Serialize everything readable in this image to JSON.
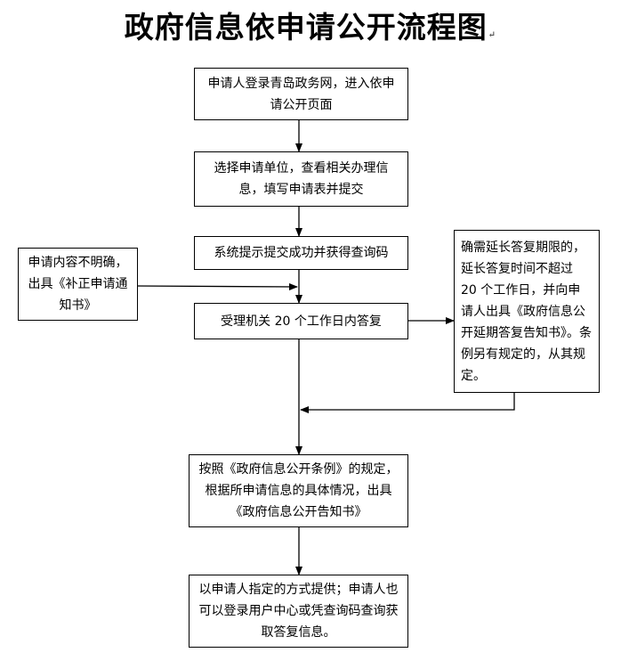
{
  "title": "政府信息依申请公开流程图",
  "paragraph_mark": "↵",
  "steps": [
    {
      "id": "login",
      "text": "申请人登录青岛政务网，进入依申请公开页面"
    },
    {
      "id": "select",
      "text": "选择申请单位，查看相关办理信息，填写申请表并提交"
    },
    {
      "id": "system",
      "text": "系统提示提交成功并获得查询码"
    },
    {
      "id": "reply",
      "text": "受理机关 20 个工作日内答复"
    },
    {
      "id": "notice",
      "text": "按照《政府信息公开条例》的规定，根据所申请信息的具体情况，出具《政府信息公开告知书》"
    },
    {
      "id": "provide",
      "text": "以申请人指定的方式提供；申请人也可以登录用户中心或凭查询码查询获取答复信息。"
    }
  ],
  "side_left": {
    "text": "申请内容不明确，出具《补正申请通知书》"
  },
  "side_right": {
    "text": "确需延长答复期限的，延长答复时间不超过 20 个工作日，并向申请人出具《政府信息公开延期答复告知书》。条例另有规定的，从其规定。"
  }
}
